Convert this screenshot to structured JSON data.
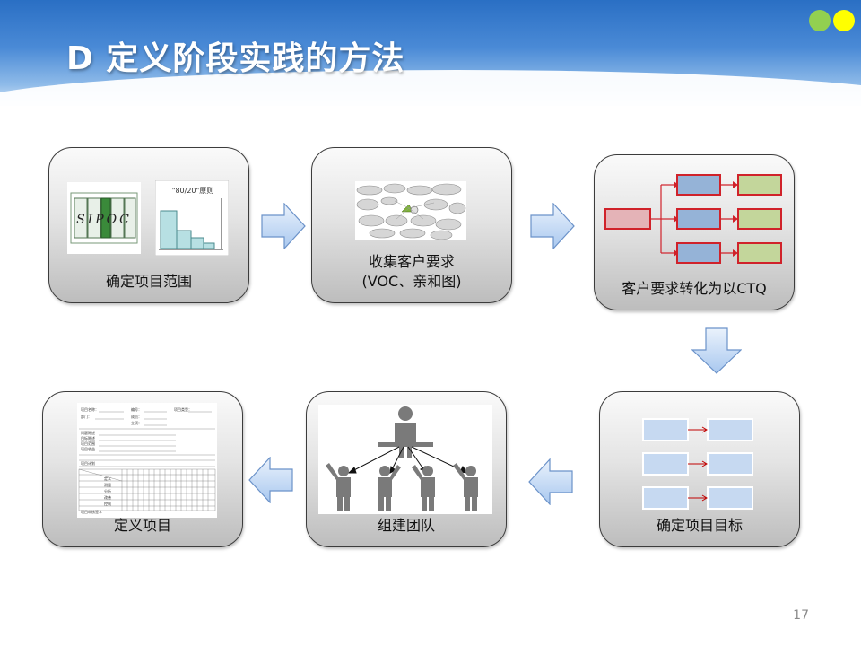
{
  "slide": {
    "title": "D 定义阶段实践的方法",
    "page_number": "17",
    "accent_colors": {
      "dot_green": "#92d050",
      "dot_yellow": "#ffff00",
      "arrow_fill": "#c6dbf5",
      "arrow_stroke": "#6b92c9"
    }
  },
  "steps": [
    {
      "label": "确定项目范围",
      "thumb_a_text": "SIPOC",
      "thumb_b_text": "\"80/20\"原则"
    },
    {
      "label_line1": "收集客户要求",
      "label_line2": "(VOC、亲和图)"
    },
    {
      "label": "客户要求转化为以CTQ"
    },
    {
      "label": "确定项目目标"
    },
    {
      "label": "组建团队"
    },
    {
      "label": "定义项目"
    }
  ],
  "form_thumbnail": {
    "header_fields": [
      "项目名称：",
      "编号：",
      "项目类型：",
      "部门：",
      "成员：",
      "立项："
    ],
    "sections": [
      "问题陈述",
      "目标陈述",
      "项目范围",
      "项目收益"
    ],
    "plan_label": "项目计划",
    "plan_rows": [
      "定义",
      "测量",
      "分析",
      "改善",
      "控制",
      "项目审核签字"
    ]
  }
}
